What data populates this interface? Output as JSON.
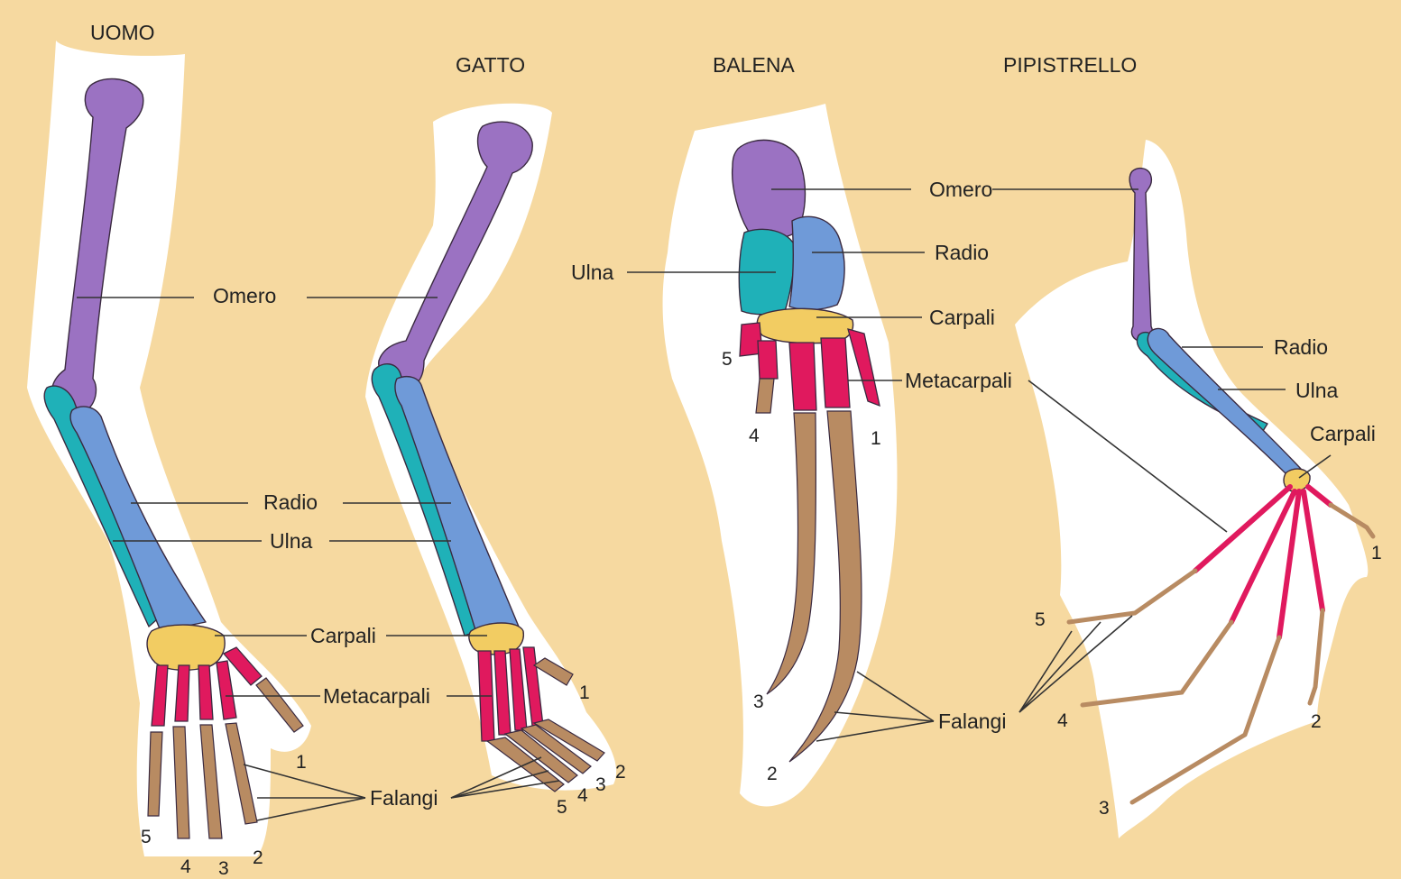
{
  "colors": {
    "background": "#f6d9a0",
    "skin": "#ffffff",
    "omero": "#9b72c2",
    "radio": "#6f9ad8",
    "ulna": "#1fb1b8",
    "carpali": "#f2cc62",
    "metacarpali": "#e0195e",
    "falangi": "#b88b62"
  },
  "titles": {
    "uomo": "UOMO",
    "gatto": "GATTO",
    "balena": "BALENA",
    "pipistrello": "PIPISTRELLO"
  },
  "labels": {
    "omero": "Omero",
    "radio": "Radio",
    "ulna": "Ulna",
    "carpali": "Carpali",
    "metacarpali": "Metacarpali",
    "falangi": "Falangi"
  },
  "digits": {
    "uomo": [
      "1",
      "2",
      "3",
      "4",
      "5"
    ],
    "gatto": [
      "1",
      "2",
      "3",
      "4",
      "5"
    ],
    "balena": [
      "1",
      "2",
      "3",
      "4",
      "5"
    ],
    "pipistrello": [
      "1",
      "2",
      "3",
      "4",
      "5"
    ]
  }
}
